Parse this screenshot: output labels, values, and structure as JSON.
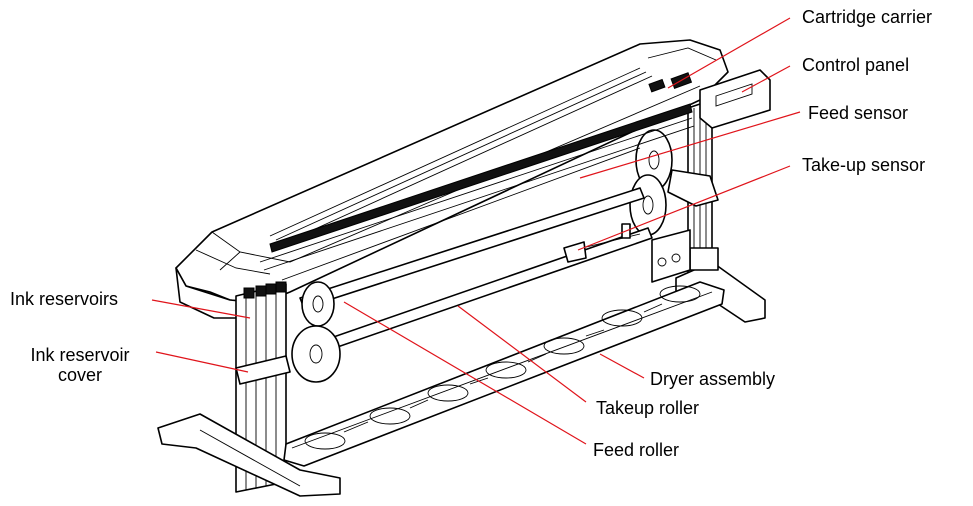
{
  "diagram": {
    "labels": {
      "cartridge_carrier": "Cartridge carrier",
      "control_panel": "Control panel",
      "feed_sensor": "Feed sensor",
      "take_up_sensor": "Take-up sensor",
      "ink_reservoirs": "Ink reservoirs",
      "ink_reservoir_cover_line1": "Ink reservoir",
      "ink_reservoir_cover_line2": "cover",
      "dryer_assembly": "Dryer assembly",
      "takeup_roller": "Takeup roller",
      "feed_roller": "Feed roller"
    },
    "colors": {
      "leader_line": "#e0141b",
      "drawing": "#000000",
      "background": "#ffffff"
    }
  }
}
